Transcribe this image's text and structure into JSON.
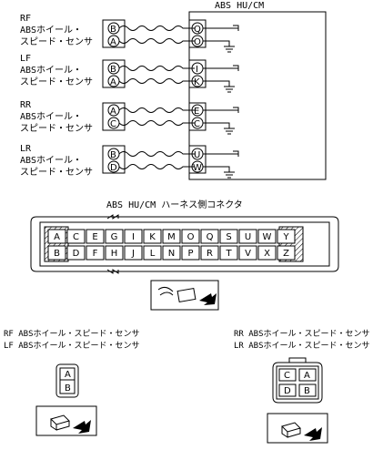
{
  "module_title": "ABS HU/CM",
  "sensors": [
    {
      "code": "RF",
      "name": "ABSホイール・",
      "name2": "スピード・センサ",
      "pins": [
        "B",
        "A"
      ],
      "module_pins": [
        "Q",
        "O"
      ]
    },
    {
      "code": "LF",
      "name": "ABSホイール・",
      "name2": "スピード・センサ",
      "pins": [
        "B",
        "A"
      ],
      "module_pins": [
        "I",
        "K"
      ]
    },
    {
      "code": "RR",
      "name": "ABSホイール・",
      "name2": "スピード・センサ",
      "pins": [
        "A",
        "C"
      ],
      "module_pins": [
        "E",
        "C"
      ]
    },
    {
      "code": "LR",
      "name": "ABSホイール・",
      "name2": "スピード・センサ",
      "pins": [
        "B",
        "D"
      ],
      "module_pins": [
        "U",
        "W"
      ]
    }
  ],
  "harness": {
    "title": "ABS HU/CM ハーネス側コネクタ",
    "row1": [
      "A",
      "C",
      "E",
      "G",
      "I",
      "K",
      "M",
      "O",
      "Q",
      "S",
      "U",
      "W",
      "Y"
    ],
    "row2": [
      "B",
      "D",
      "F",
      "H",
      "J",
      "L",
      "N",
      "P",
      "R",
      "T",
      "V",
      "X",
      "Z"
    ]
  },
  "front_connector": {
    "label1": "RF ABSホイール・スピード・センサ",
    "label2": "LF ABSホイール・スピード・センサ",
    "pins": [
      "A",
      "B"
    ]
  },
  "rear_connector": {
    "label1": "RR ABSホイール・スピード・センサ",
    "label2": "LR ABSホイール・スピード・センサ",
    "pins": [
      "C",
      "A",
      "D",
      "B"
    ]
  }
}
